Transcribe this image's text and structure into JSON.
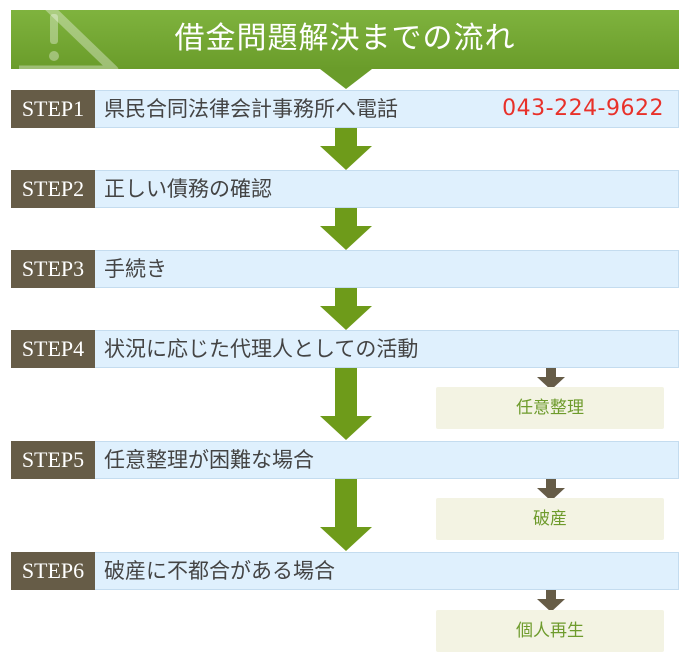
{
  "header": {
    "title": "借金問題解決までの流れ",
    "icon": "warning-icon"
  },
  "steps": [
    {
      "label": "STEP1",
      "text": "県民合同法律会計事務所へ電話",
      "phone": "043-224-9622"
    },
    {
      "label": "STEP2",
      "text": "正しい債務の確認"
    },
    {
      "label": "STEP3",
      "text": "手続き"
    },
    {
      "label": "STEP4",
      "text": "状況に応じた代理人としての活動"
    },
    {
      "label": "STEP5",
      "text": "任意整理が困難な場合"
    },
    {
      "label": "STEP6",
      "text": "破産に不都合がある場合"
    }
  ],
  "outcomes": [
    "任意整理",
    "破産",
    "個人再生"
  ],
  "colors": {
    "header_green": "#6a9c2a",
    "arrow_green": "#6e9b1a",
    "step_label_bg": "#665c47",
    "step_row_bg": "#dff0fd",
    "phone_red": "#e8312a",
    "outcome_bg": "#f3f3e3",
    "outcome_text": "#6e9b2c",
    "small_arrow": "#665c47"
  }
}
